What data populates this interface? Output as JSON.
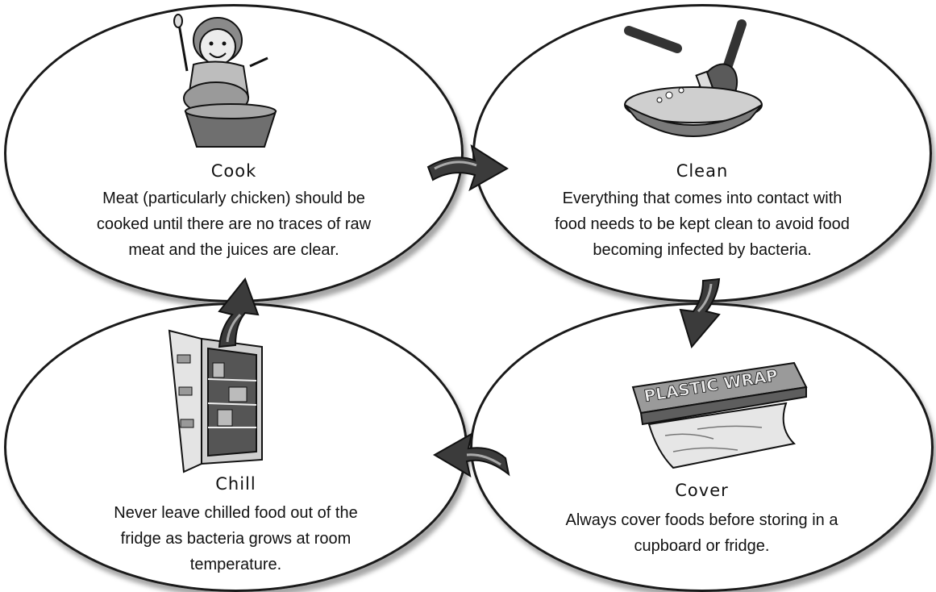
{
  "steps": {
    "cook": {
      "title": "Cook",
      "line1": "Meat (particularly chicken) should be",
      "line2": "cooked until there are no traces of raw",
      "line3": "meat and the juices are clear."
    },
    "clean": {
      "title": "Clean",
      "line1": "Everything that comes into contact with",
      "line2": "food needs to be kept clean to avoid food",
      "line3": "becoming infected by bacteria."
    },
    "cover": {
      "title": "Cover",
      "line1": "Always cover foods before storing in a",
      "line2": "cupboard or fridge.",
      "wrap_label": "PLASTIC WRAP"
    },
    "chill": {
      "title": "Chill",
      "line1": "Never leave chilled food out of the",
      "line2": "fridge as bacteria grows at room",
      "line3": "temperature."
    }
  },
  "cycle_order": [
    "cook",
    "clean",
    "cover",
    "chill"
  ],
  "icons": [
    "chef-with-chicken-icon",
    "washing-bowl-icon",
    "plastic-wrap-icon",
    "open-fridge-icon",
    "cycle-arrow-icon"
  ]
}
